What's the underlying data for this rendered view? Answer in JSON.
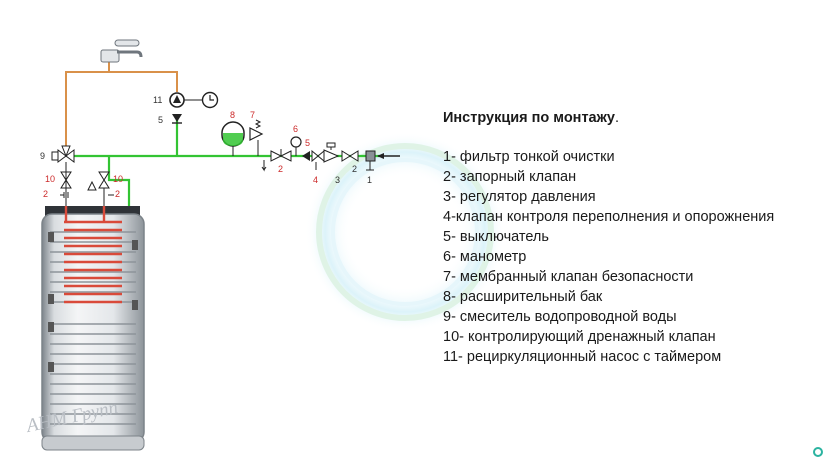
{
  "instructions": {
    "title": "Инструкция по монтажу",
    "title_suffix": ".",
    "items": [
      "1- фильтр тонкой очистки",
      "2- запорный клапан",
      "3- регулятор давления",
      "4-клапан контроля переполнения и опорожнения",
      "5- выключатель",
      "6- манометр",
      "7- мембранный клапан безопасности",
      "8- расширительный бак",
      "9- смеситель водопроводной воды",
      "10- контролирующий дренажный клапан",
      "11- рециркуляционный насос с таймером"
    ]
  },
  "labels": {
    "n1": "1",
    "n2": "2",
    "n3": "3",
    "n4": "4",
    "n5": "5",
    "n6": "6",
    "n7": "7",
    "n8": "8",
    "n9": "9",
    "n10": "10",
    "n11": "11"
  },
  "watermark": "АНМ Групп",
  "colors": {
    "pipe_green": "#33c433",
    "pipe_orange": "#d9914a",
    "coil_red": "#d94a3a",
    "tank_grey": "#8a9096",
    "label_red": "#cc2a2a"
  }
}
